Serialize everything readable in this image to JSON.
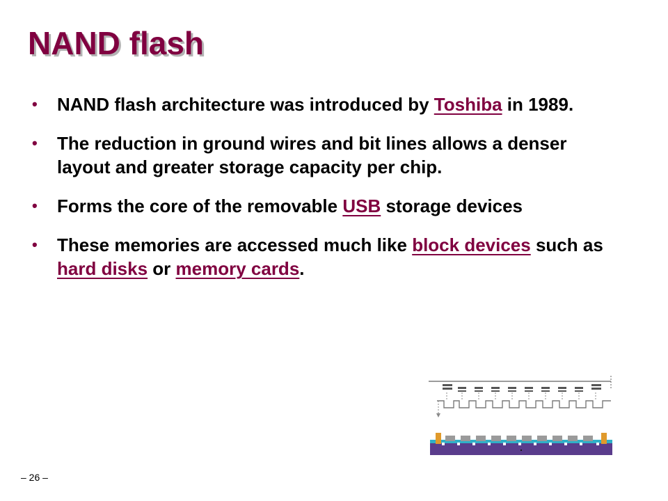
{
  "slide": {
    "title": "NAND flash",
    "page_number": "– 26 –",
    "colors": {
      "title": "#800040",
      "title_shadow": "#b3b3b3",
      "body_text": "#000000",
      "link": "#800040",
      "bullet": "#800040"
    }
  },
  "bullets": [
    {
      "a": "NAND flash architecture was introduced by ",
      "link1": "Toshiba",
      "b": " in 1989."
    },
    {
      "a": "The reduction in ground wires and bit lines allows a denser layout and greater storage capacity per chip."
    },
    {
      "a": "Forms the core of the removable ",
      "link1": "USB",
      "b": " storage devices"
    },
    {
      "a": "These memories are accessed much like ",
      "link1": "block devices",
      "b": " such as ",
      "link2": "hard disks",
      "c": " or ",
      "link3": "memory cards",
      "d": "."
    }
  ]
}
